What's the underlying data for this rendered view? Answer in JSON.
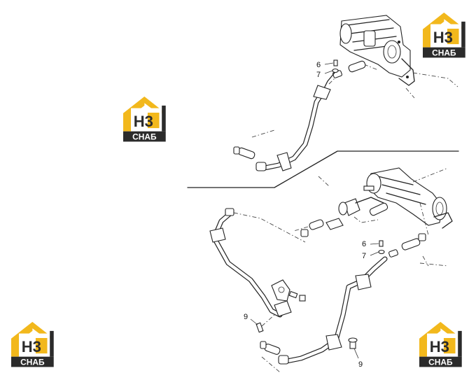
{
  "logo": {
    "monogram": "H3",
    "name": "СНАБ",
    "colors": {
      "gold": "#f2b81c",
      "dark": "#2b2b2b",
      "light": "#ffffff"
    }
  },
  "callouts": {
    "upper": {
      "bolt": "6",
      "washer": "7"
    },
    "lower": {
      "bolt": "6",
      "washer": "7",
      "clamp_bolt_left": "9",
      "clamp_bolt_right": "9"
    }
  }
}
